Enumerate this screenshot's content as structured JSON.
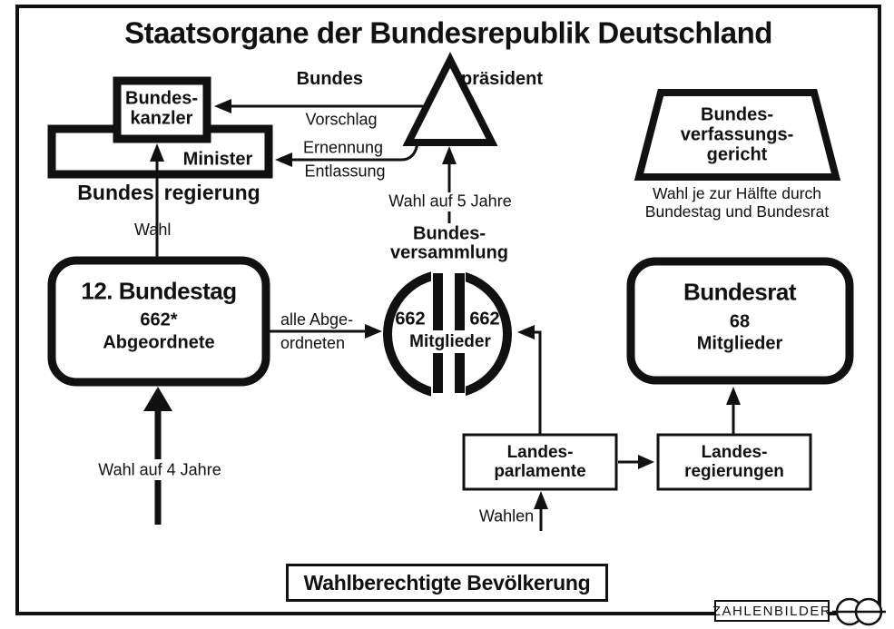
{
  "header": {
    "title": "Staatsorgane der Bundesrepublik Deutschland"
  },
  "government": {
    "chancellor_line1": "Bundes-",
    "chancellor_line2": "kanzler",
    "minister_label": "Minister",
    "label_part1": "Bundes",
    "label_part2": "regierung"
  },
  "president": {
    "label_left": "Bundes",
    "label_right": "präsident"
  },
  "federal_assembly": {
    "label_line1": "Bundes-",
    "label_line2": "versammlung",
    "left_count": "662",
    "right_count": "662",
    "members_label": "Mitglieder"
  },
  "bundestag": {
    "title": "12. Bundestag",
    "count": "662*",
    "subtitle": "Abgeordnete"
  },
  "bundesrat": {
    "title": "Bundesrat",
    "count": "68",
    "subtitle": "Mitglieder"
  },
  "constitutional_court": {
    "line1": "Bundes-",
    "line2": "verfassungs-",
    "line3": "gericht",
    "caption_line1": "Wahl je zur Hälfte durch",
    "caption_line2": "Bundestag und Bundesrat"
  },
  "state_parliaments": {
    "line1": "Landes-",
    "line2": "parlamente"
  },
  "state_governments": {
    "line1": "Landes-",
    "line2": "regierungen"
  },
  "electorate": {
    "label": "Wahlberechtigte Bevölkerung"
  },
  "arrows": {
    "vorschlag": "Vorschlag",
    "ernennung": "Ernennung",
    "entlassung": "Entlassung",
    "wahl": "Wahl",
    "wahl_5_jahre": "Wahl auf 5 Jahre",
    "alle_abgeordneten_line1": "alle Abge-",
    "alle_abgeordneten_line2": "ordneten",
    "wahl_4_jahre": "Wahl auf 4 Jahre",
    "wahlen": "Wahlen"
  },
  "footer": {
    "brand": "ZAHLENBILDER"
  },
  "colors": {
    "ink": "#111111",
    "background": "#ffffff"
  }
}
